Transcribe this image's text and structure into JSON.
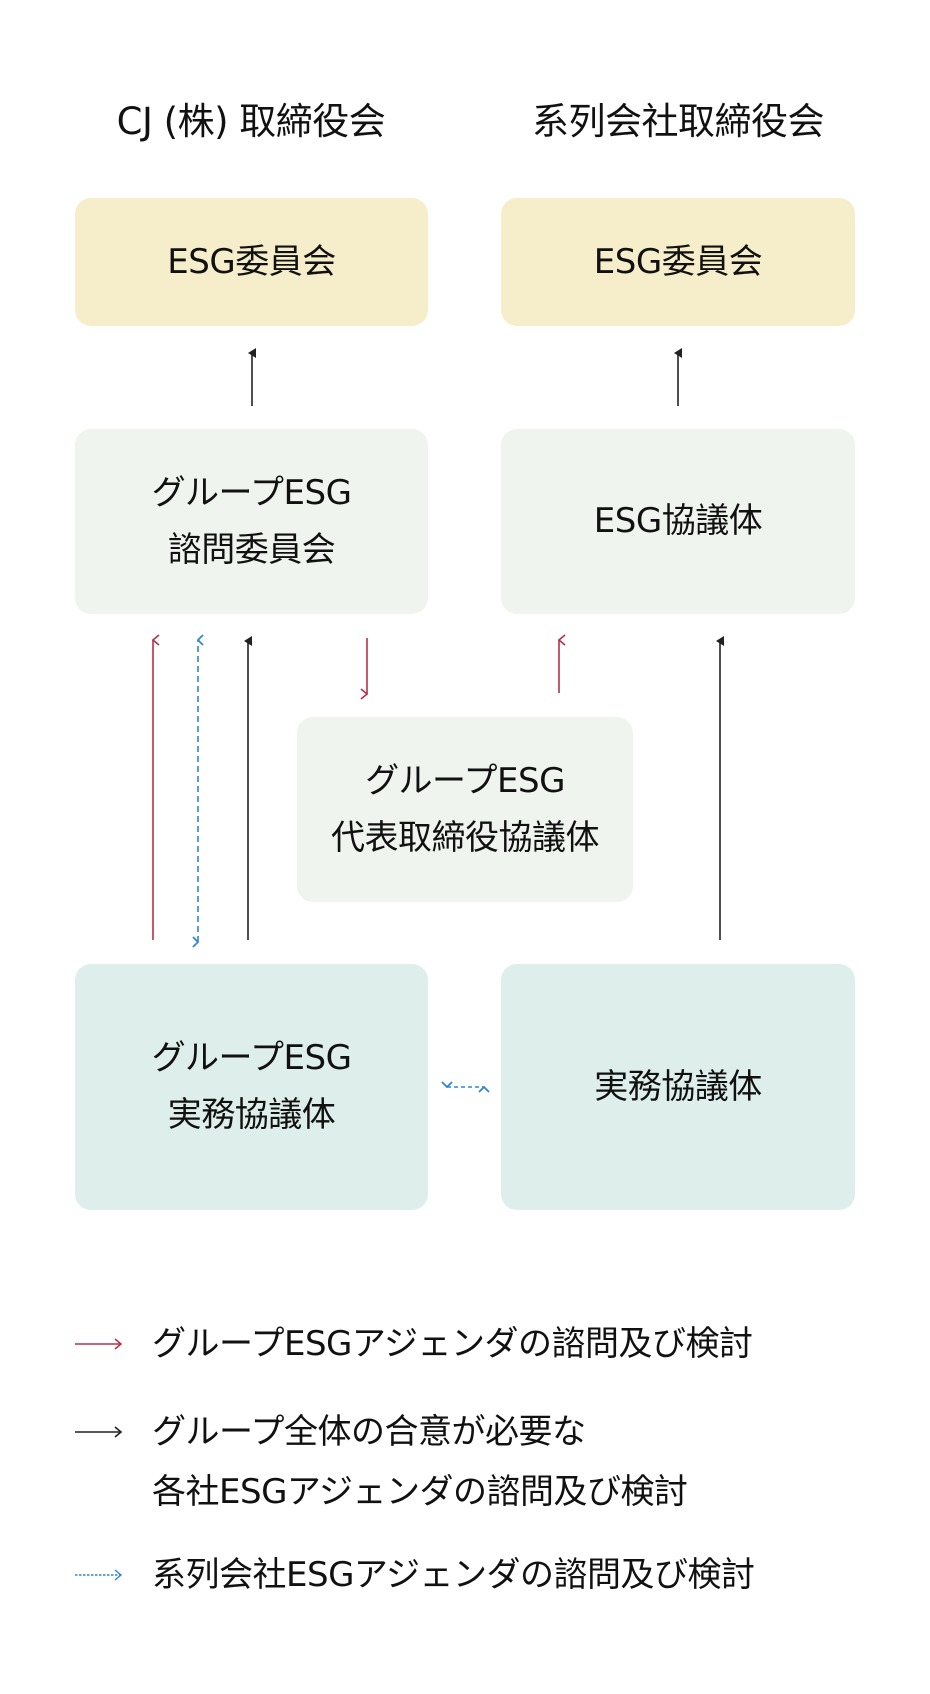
{
  "headings": {
    "left": "CJ (株) 取締役会",
    "right": "系列会社取締役会"
  },
  "boxes": {
    "cj_esg_committee": [
      "ESG委員会"
    ],
    "affiliate_esg_committee": [
      "ESG委員会"
    ],
    "group_esg_advisory_committee": [
      "グループESG",
      "諮問委員会"
    ],
    "affiliate_esg_council": [
      "ESG協議体"
    ],
    "group_esg_ceo_council": [
      "グループESG",
      "代表取締役協議体"
    ],
    "group_esg_working_council": [
      "グループESG",
      "実務協議体"
    ],
    "affiliate_working_council": [
      "実務協議体"
    ]
  },
  "colors": {
    "red_arrow": "#b5314a",
    "black_arrow": "#222222",
    "blue_dashed_arrow": "#2f86d4",
    "yellow_box": "#f6eecb",
    "pale_green_box": "#eff4ee",
    "teal_box": "#deeeea"
  },
  "legend": [
    {
      "type": "red-solid",
      "lines": [
        "グループESGアジェンダの諮問及び検討"
      ]
    },
    {
      "type": "black-solid",
      "lines": [
        "グループ全体の合意が必要な",
        "各社ESGアジェンダの諮問及び検討"
      ]
    },
    {
      "type": "blue-dashed",
      "lines": [
        "系列会社ESGアジェンダの諮問及び検討"
      ]
    }
  ]
}
